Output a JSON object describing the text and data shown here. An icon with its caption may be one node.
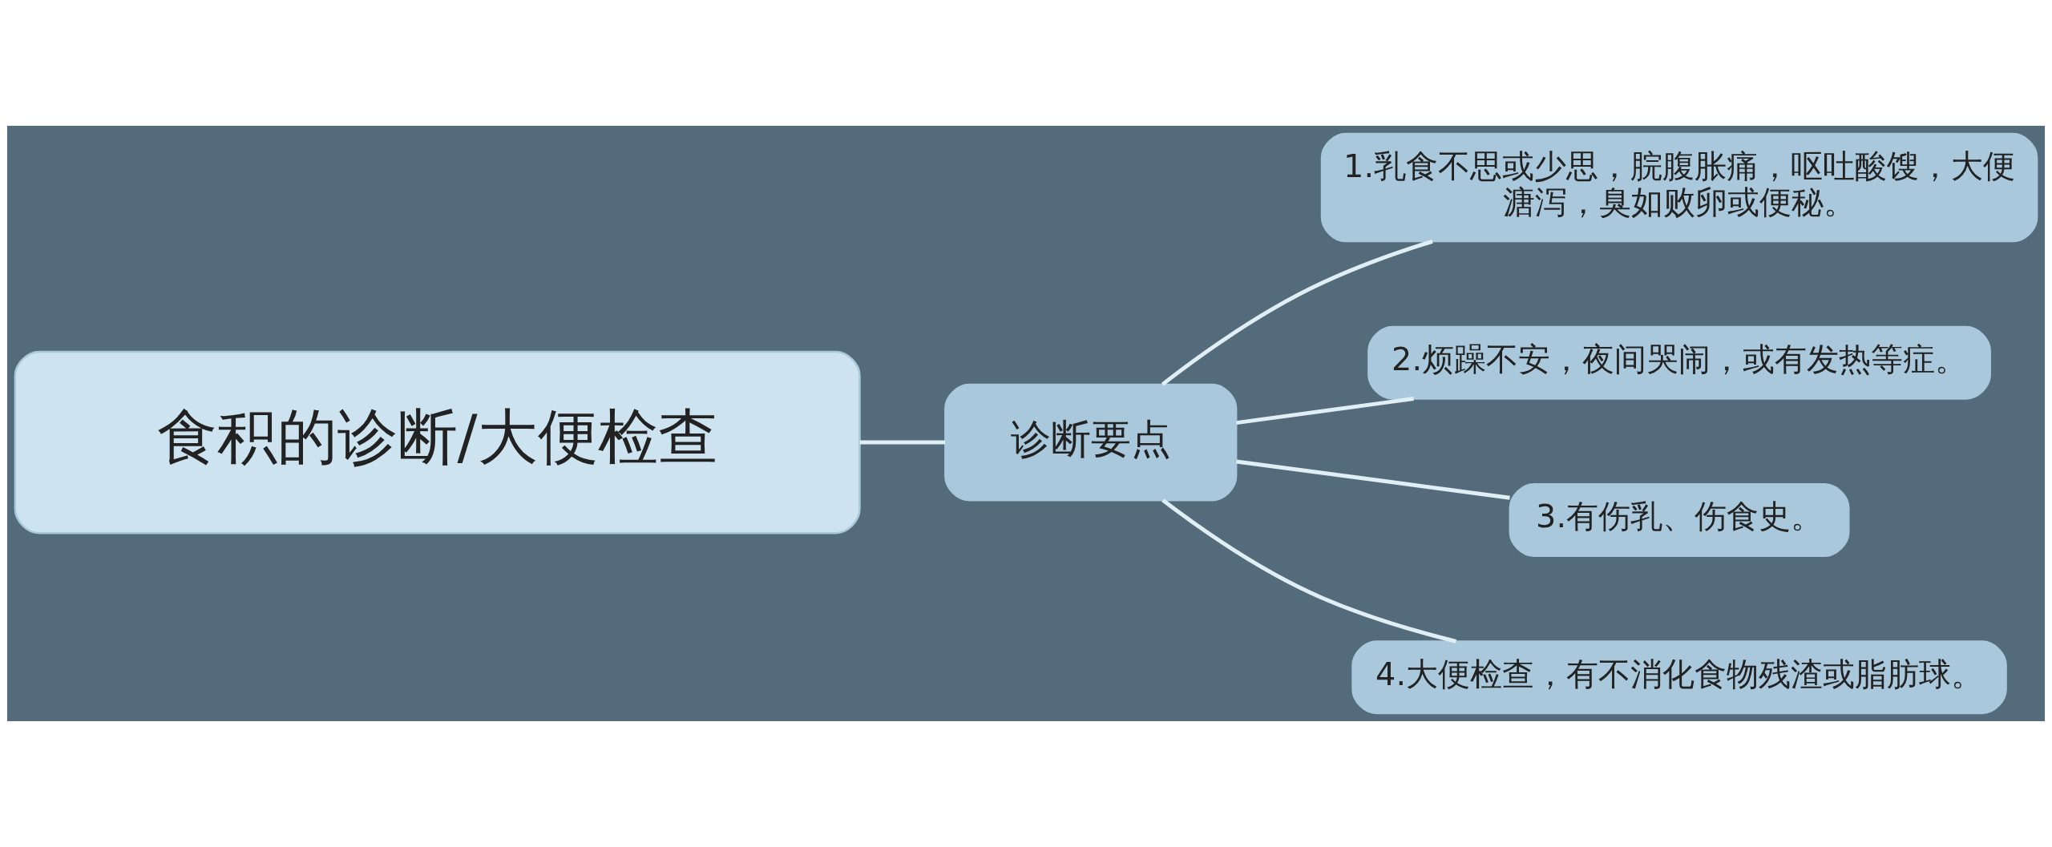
{
  "diagram": {
    "nodes": [
      {
        "text": [
          "食积的诊断/大便检查"
        ]
      },
      {
        "text": [
          "诊断要点"
        ]
      },
      {
        "text": [
          "1.乳食不思或少思，脘腹胀痛，呕吐酸馊，大便溏泻，臭如败卵或便秘。"
        ]
      },
      {
        "text": [
          "2.烦躁不安，夜间哭闹，或有发热等症。"
        ]
      },
      {
        "text": [
          "3.有伤乳、伤食史。"
        ]
      },
      {
        "text": [
          "4.大便检查，有不消化食物残渣或脂肪球。"
        ]
      }
    ],
    "edges": [
      {
        "from": 0,
        "to": 1,
        "arrow": "none"
      },
      {
        "from": 1,
        "to": 2,
        "arrow": "none"
      },
      {
        "from": 1,
        "to": 3,
        "arrow": "none"
      },
      {
        "from": 1,
        "to": 4,
        "arrow": "none"
      },
      {
        "from": 1,
        "to": 5,
        "arrow": "none"
      }
    ]
  }
}
